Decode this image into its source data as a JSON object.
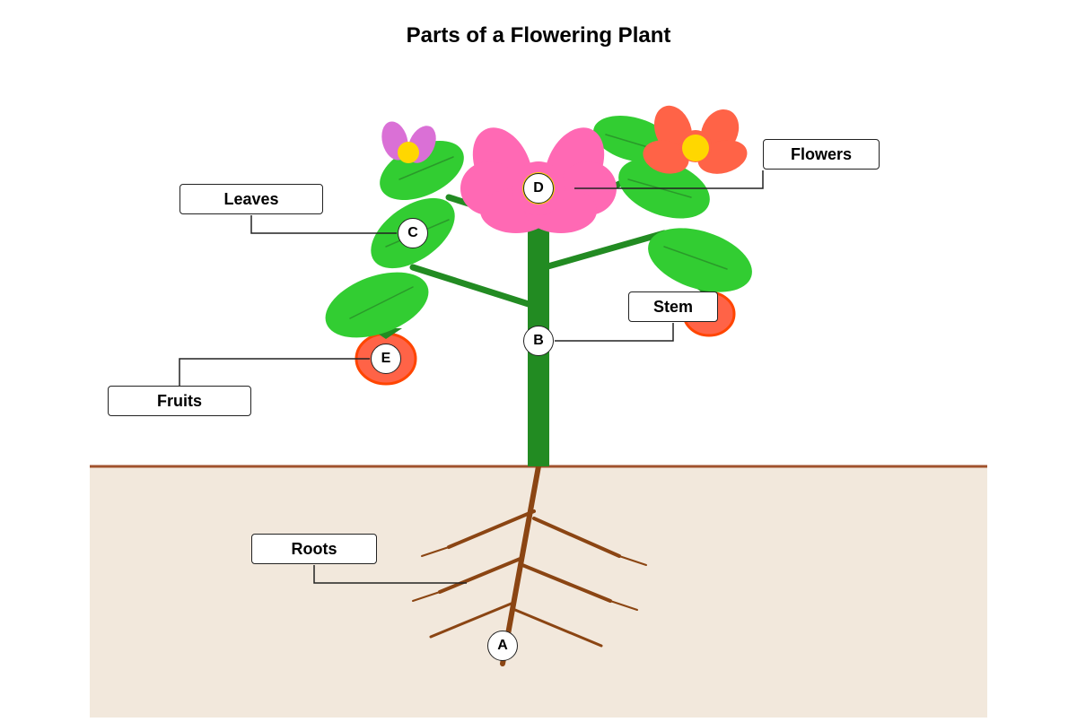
{
  "title": "Parts of a Flowering Plant",
  "labels": {
    "leaves": "Leaves",
    "flowers": "Flowers",
    "stem": "Stem",
    "fruits": "Fruits",
    "roots": "Roots"
  },
  "markers": {
    "a": "A",
    "b": "B",
    "c": "C",
    "d": "D",
    "e": "E"
  },
  "colors": {
    "stem": "#228B22",
    "leaf": "#32CD32",
    "leaf_vein": "#2a9a2a",
    "root": "#8B4513",
    "soil": "#F2E8DC",
    "ground_line": "#A0522D",
    "flower_pink": "#FF69B4",
    "flower_coral": "#FF6347",
    "flower_purple": "#DA70D6",
    "flower_center": "#FFD700",
    "fruit": "#FF6347",
    "fruit_outline": "#FF4500"
  }
}
